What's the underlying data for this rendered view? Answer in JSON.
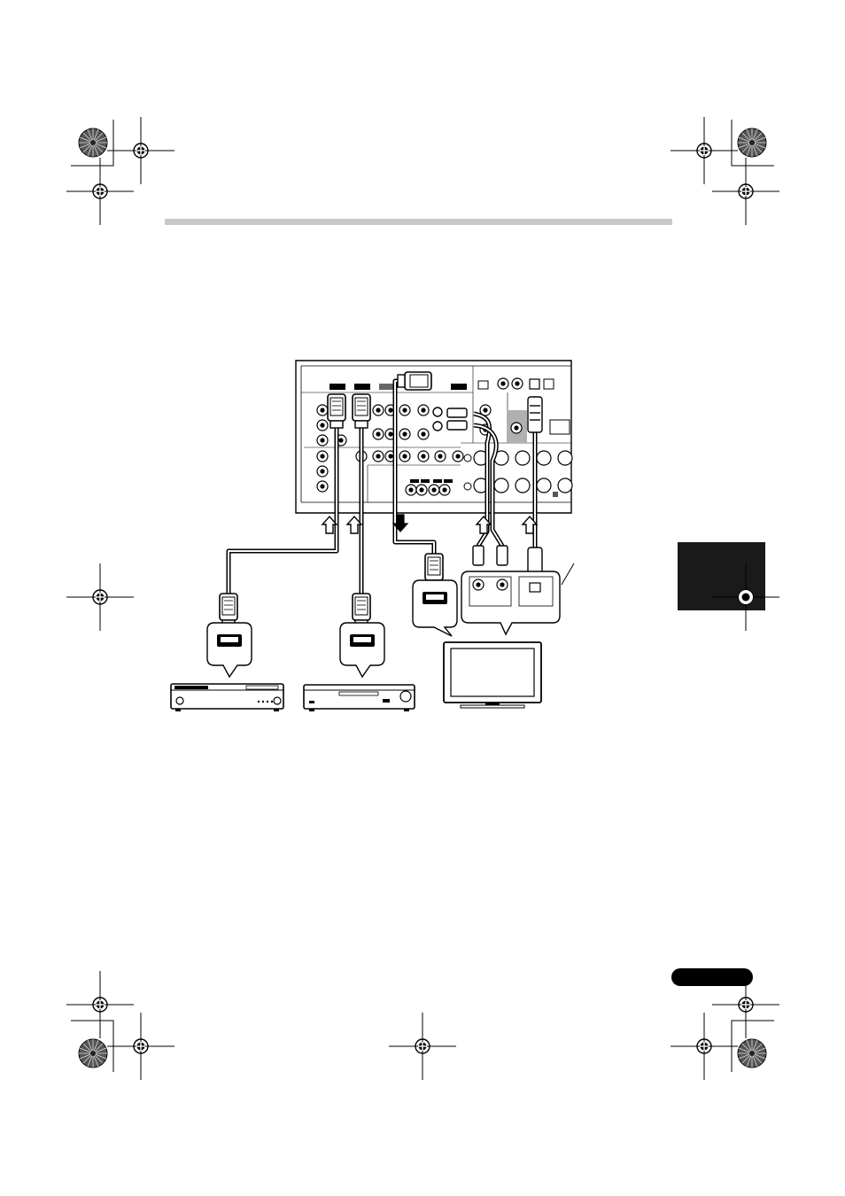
{
  "page": {
    "background": "#ffffff",
    "accent_gray": "#c8c8c8",
    "ink": "#000000"
  },
  "decorations": {
    "registration_marks": "crosshair-target-icon",
    "star_targets": "radial-star-target-icon",
    "arrows": "connection-direction-arrow-icon"
  },
  "diagram": {
    "receiver": "av-receiver-rear-panel",
    "devices": [
      "bd-player",
      "dvd-player",
      "flat-panel-tv"
    ],
    "connectors": [
      "hdmi-plug",
      "rca-audio-plugs",
      "optical-plug"
    ]
  }
}
